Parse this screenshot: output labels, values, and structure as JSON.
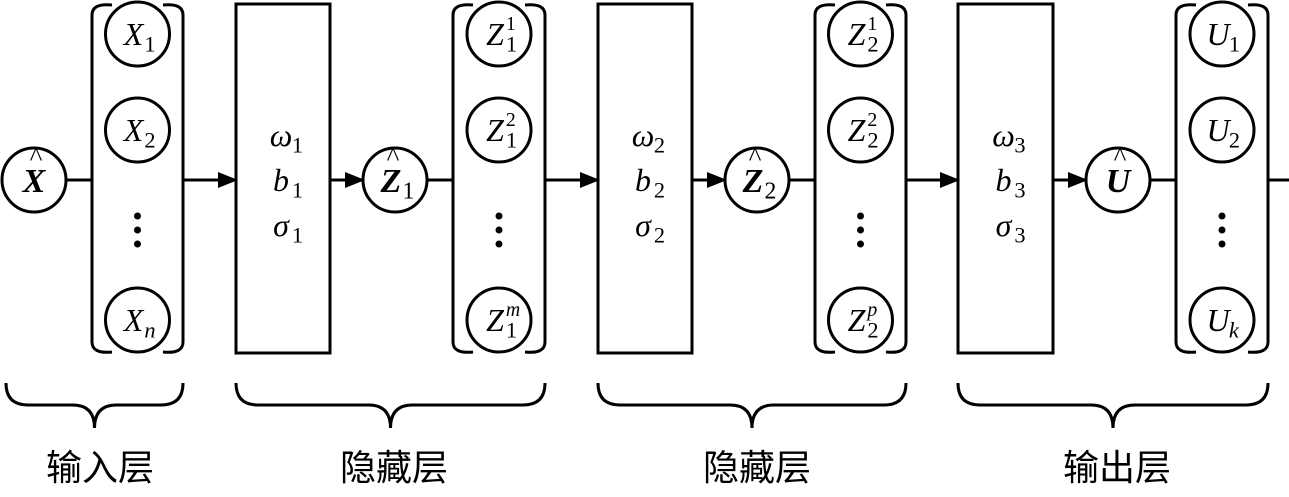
{
  "diagram": {
    "title": "",
    "colors": {
      "ink": "#000000",
      "background": "#ffffff"
    },
    "stages": [
      {
        "id": "input",
        "input_node": {
          "symbol": "X",
          "hat": true,
          "bold": true,
          "sub": ""
        },
        "vector": [
          {
            "symbol": "X",
            "sub": "1",
            "sup": ""
          },
          {
            "symbol": "X",
            "sub": "2",
            "sup": ""
          },
          {
            "symbol": "ellipsis"
          },
          {
            "symbol": "X",
            "sub": "n",
            "sub_italic": true,
            "sup": ""
          }
        ],
        "label": "输入层"
      },
      {
        "id": "hidden-1",
        "params": [
          {
            "symbol": "ω",
            "sub": "1"
          },
          {
            "symbol": "b",
            "sub": "1"
          },
          {
            "symbol": "σ",
            "sub": "1"
          }
        ],
        "output_node": {
          "symbol": "Z",
          "hat": true,
          "bold": true,
          "sub": "1"
        },
        "vector": [
          {
            "symbol": "Z",
            "sub": "1",
            "sup": "1"
          },
          {
            "symbol": "Z",
            "sub": "1",
            "sup": "2"
          },
          {
            "symbol": "ellipsis"
          },
          {
            "symbol": "Z",
            "sub": "1",
            "sup": "m",
            "sup_italic": true
          }
        ],
        "label": "隐藏层"
      },
      {
        "id": "hidden-2",
        "params": [
          {
            "symbol": "ω",
            "sub": "2"
          },
          {
            "symbol": "b",
            "sub": "2"
          },
          {
            "symbol": "σ",
            "sub": "2"
          }
        ],
        "output_node": {
          "symbol": "Z",
          "hat": true,
          "bold": true,
          "sub": "2"
        },
        "vector": [
          {
            "symbol": "Z",
            "sub": "2",
            "sup": "1"
          },
          {
            "symbol": "Z",
            "sub": "2",
            "sup": "2"
          },
          {
            "symbol": "ellipsis"
          },
          {
            "symbol": "Z",
            "sub": "2",
            "sup": "p",
            "sup_italic": true
          }
        ],
        "label": "隐藏层"
      },
      {
        "id": "output",
        "params": [
          {
            "symbol": "ω",
            "sub": "3"
          },
          {
            "symbol": "b",
            "sub": "3"
          },
          {
            "symbol": "σ",
            "sub": "3"
          }
        ],
        "output_node": {
          "symbol": "U",
          "hat": true,
          "bold": true,
          "sub": ""
        },
        "vector": [
          {
            "symbol": "U",
            "sub": "1",
            "sup": ""
          },
          {
            "symbol": "U",
            "sub": "2",
            "sup": ""
          },
          {
            "symbol": "ellipsis"
          },
          {
            "symbol": "U",
            "sub": "k",
            "sub_italic": true,
            "sup": ""
          }
        ],
        "label": "输出层"
      }
    ],
    "labels": {
      "input_layer": "输入层",
      "hidden_layer_1": "隐藏层",
      "hidden_layer_2": "隐藏层",
      "output_layer": "输出层"
    }
  }
}
